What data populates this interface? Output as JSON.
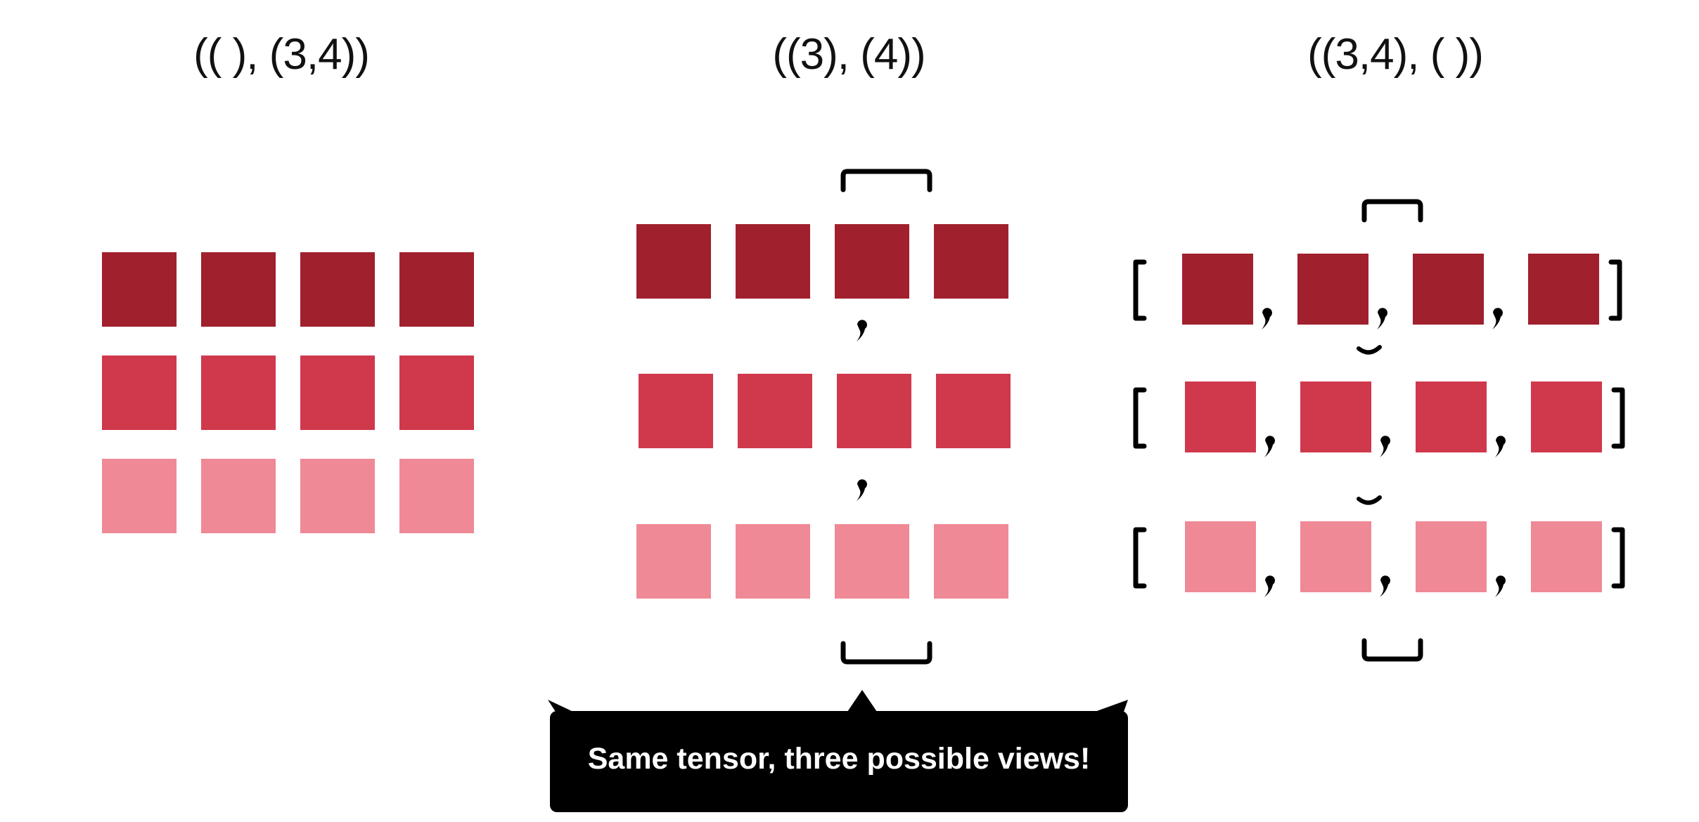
{
  "panels": [
    {
      "title": "(( ), (3,4))"
    },
    {
      "title": "((3), (4))"
    },
    {
      "title": "((3,4), ( ))"
    }
  ],
  "tensor": {
    "rows": 3,
    "cols": 4,
    "row_colors": [
      "#a0202e",
      "#d0384c",
      "#ef8996"
    ]
  },
  "tooltip": {
    "text": "Same tensor, three possible views!"
  }
}
